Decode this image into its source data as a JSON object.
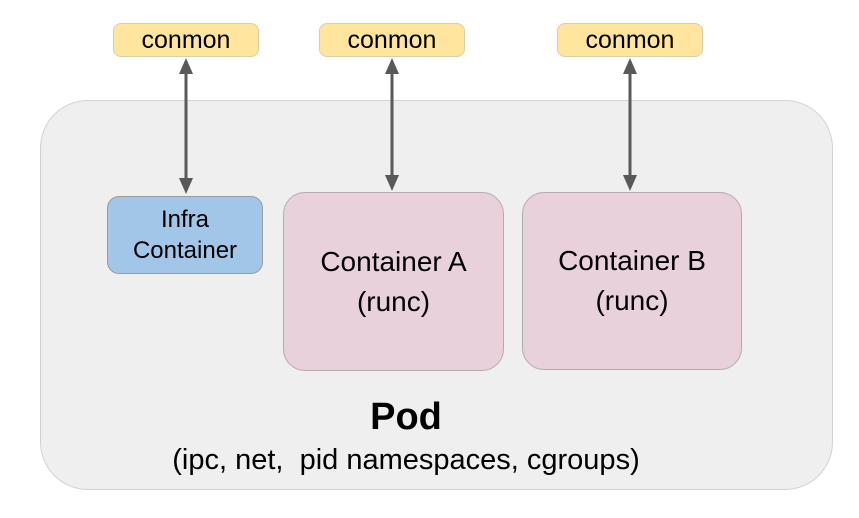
{
  "diagram": {
    "title_hint": "Pod architecture with conmon monitors",
    "colors": {
      "conmon_fill": "#ffe59d",
      "conmon_border": "#d6cfae",
      "infra_fill": "#a2c6e8",
      "infra_border": "#9b9b9b",
      "container_fill": "#e9d1dc",
      "container_border": "#b3abb0",
      "pod_fill": "#efefef",
      "pod_border": "#d2d2d2",
      "arrow": "#595959",
      "text": "#000000",
      "bg": "#ffffff"
    },
    "conmon_nodes": [
      {
        "label": "conmon"
      },
      {
        "label": "conmon"
      },
      {
        "label": "conmon"
      }
    ],
    "pod": {
      "title": "Pod",
      "subtitle": "(ipc, net,  pid namespaces, cgroups)",
      "infra_container": {
        "label": "Infra Container"
      },
      "containers": [
        {
          "name": "Container A",
          "runtime": "(runc)"
        },
        {
          "name": "Container B",
          "runtime": "(runc)"
        }
      ]
    },
    "connections": [
      {
        "from": "conmon-1",
        "to": "infra-container",
        "style": "double-arrow"
      },
      {
        "from": "conmon-2",
        "to": "container-a",
        "style": "double-arrow"
      },
      {
        "from": "conmon-3",
        "to": "container-b",
        "style": "double-arrow"
      }
    ]
  }
}
